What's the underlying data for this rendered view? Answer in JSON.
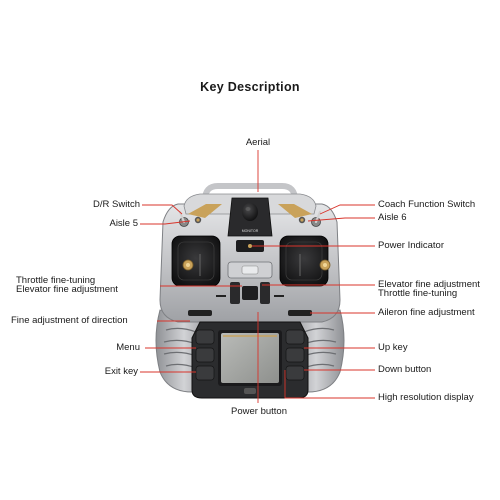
{
  "title": "Key Description",
  "labels": {
    "aerial": "Aerial",
    "dr_switch": "D/R Switch",
    "aisle5": "Aisle 5",
    "throttle_fine_left": "Throttle fine-tuning",
    "elevator_fine_left": "Elevator fine adjustment",
    "direction_fine": "Fine adjustment of direction",
    "menu": "Menu",
    "exit_key": "Exit key",
    "power_button": "Power button",
    "coach_switch": "Coach Function Switch",
    "aisle6": "Aisle 6",
    "power_indicator": "Power Indicator",
    "elevator_fine_right": "Elevator fine adjustment",
    "throttle_fine_right": "Throttle fine-tuning",
    "aileron_fine": "Aileron fine adjustment",
    "up_key": "Up key",
    "down_button": "Down button",
    "hires_display": "High resolution display"
  },
  "colors": {
    "leader_line": "#d9342b",
    "body_silver": "#c9cacc",
    "accent_gold": "#c9a25a"
  }
}
